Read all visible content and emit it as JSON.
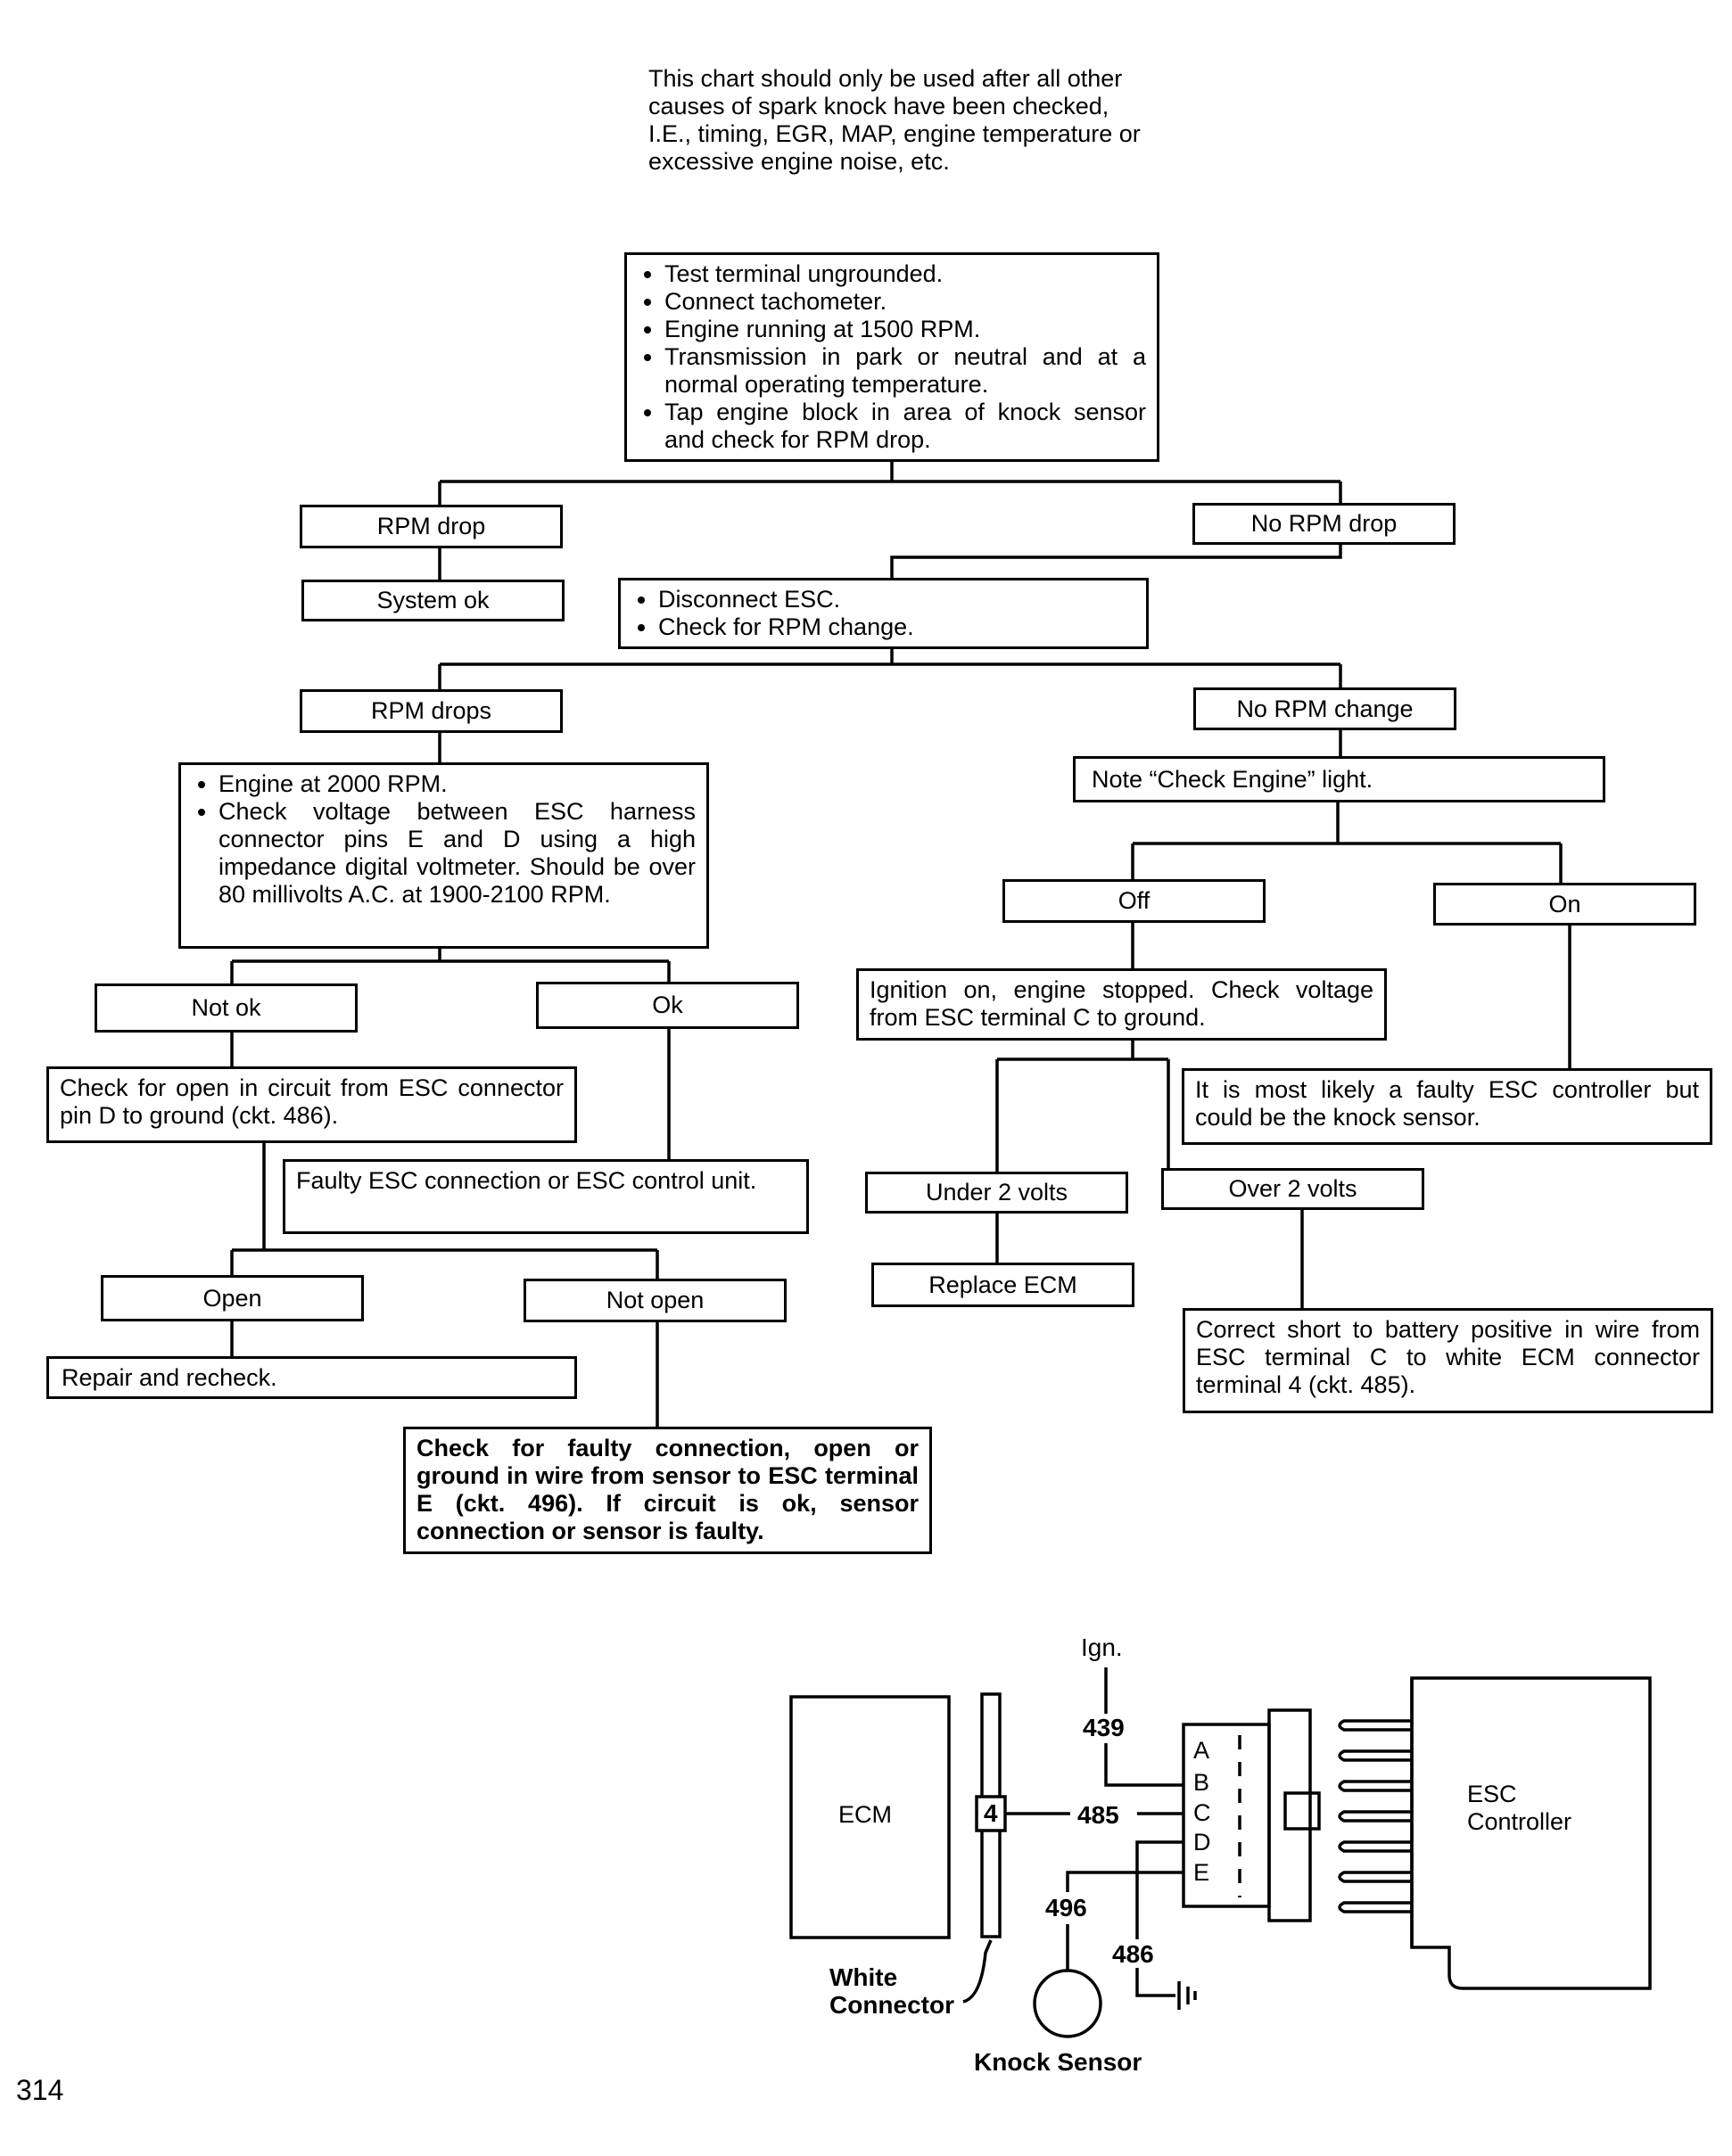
{
  "intro_note": "This chart should only be used after all other causes of spark knock have been checked, I.E., timing, EGR, MAP, engine temperature or excessive engine noise, etc.",
  "start": {
    "items": [
      "Test terminal ungrounded.",
      "Connect tachometer.",
      "Engine running at 1500 RPM.",
      "Transmission in park or neutral and at a normal operating temperature.",
      "Tap engine block in area of knock sensor and check for RPM drop."
    ]
  },
  "rpm_drop": "RPM drop",
  "no_rpm_drop": "No RPM drop",
  "system_ok": "System ok",
  "disconnect": {
    "items": [
      "Disconnect ESC.",
      "Check for RPM change."
    ]
  },
  "rpm_drops": "RPM drops",
  "no_rpm_change": "No RPM change",
  "engine_2000": {
    "items": [
      "Engine at 2000 RPM.",
      "Check voltage between ESC harness connector pins E and D using a high impedance digital voltmeter. Should be over 80 millivolts A.C. at 1900-2100 RPM."
    ]
  },
  "note_check_engine": "Note “Check Engine” light.",
  "off": "Off",
  "on": "On",
  "not_ok": "Not ok",
  "ok": "Ok",
  "ignition_check": "Ignition on, engine stopped. Check voltage from ESC terminal C to ground.",
  "check_open_486": "Check for open in circuit from ESC connector pin D to ground (ckt. 486).",
  "faulty_esc_connection": "Faulty ESC connection or ESC control unit.",
  "faulty_controller": "It is most likely a faulty ESC controller but could be the knock sensor.",
  "under_2v": "Under 2 volts",
  "over_2v": "Over 2 volts",
  "replace_ecm": "Replace ECM",
  "correct_short": "Correct short to battery positive in wire from ESC terminal C to white ECM connector terminal 4 (ckt. 485).",
  "open": "Open",
  "not_open": "Not open",
  "repair_recheck": "Repair and recheck.",
  "check_faulty_496": "Check for faulty connection, open or ground in wire from sensor to ESC terminal E (ckt. 496). If circuit is ok, sensor connection or sensor is faulty.",
  "wiring": {
    "ign": "Ign.",
    "w439": "439",
    "w485": "485",
    "w496": "496",
    "w486": "486",
    "ecm": "ECM",
    "pin4": "4",
    "esc_controller": "ESC Controller",
    "pins": [
      "A",
      "B",
      "C",
      "D",
      "E"
    ],
    "white_connector": "White Connector",
    "knock_sensor": "Knock Sensor"
  },
  "page_number": "314"
}
